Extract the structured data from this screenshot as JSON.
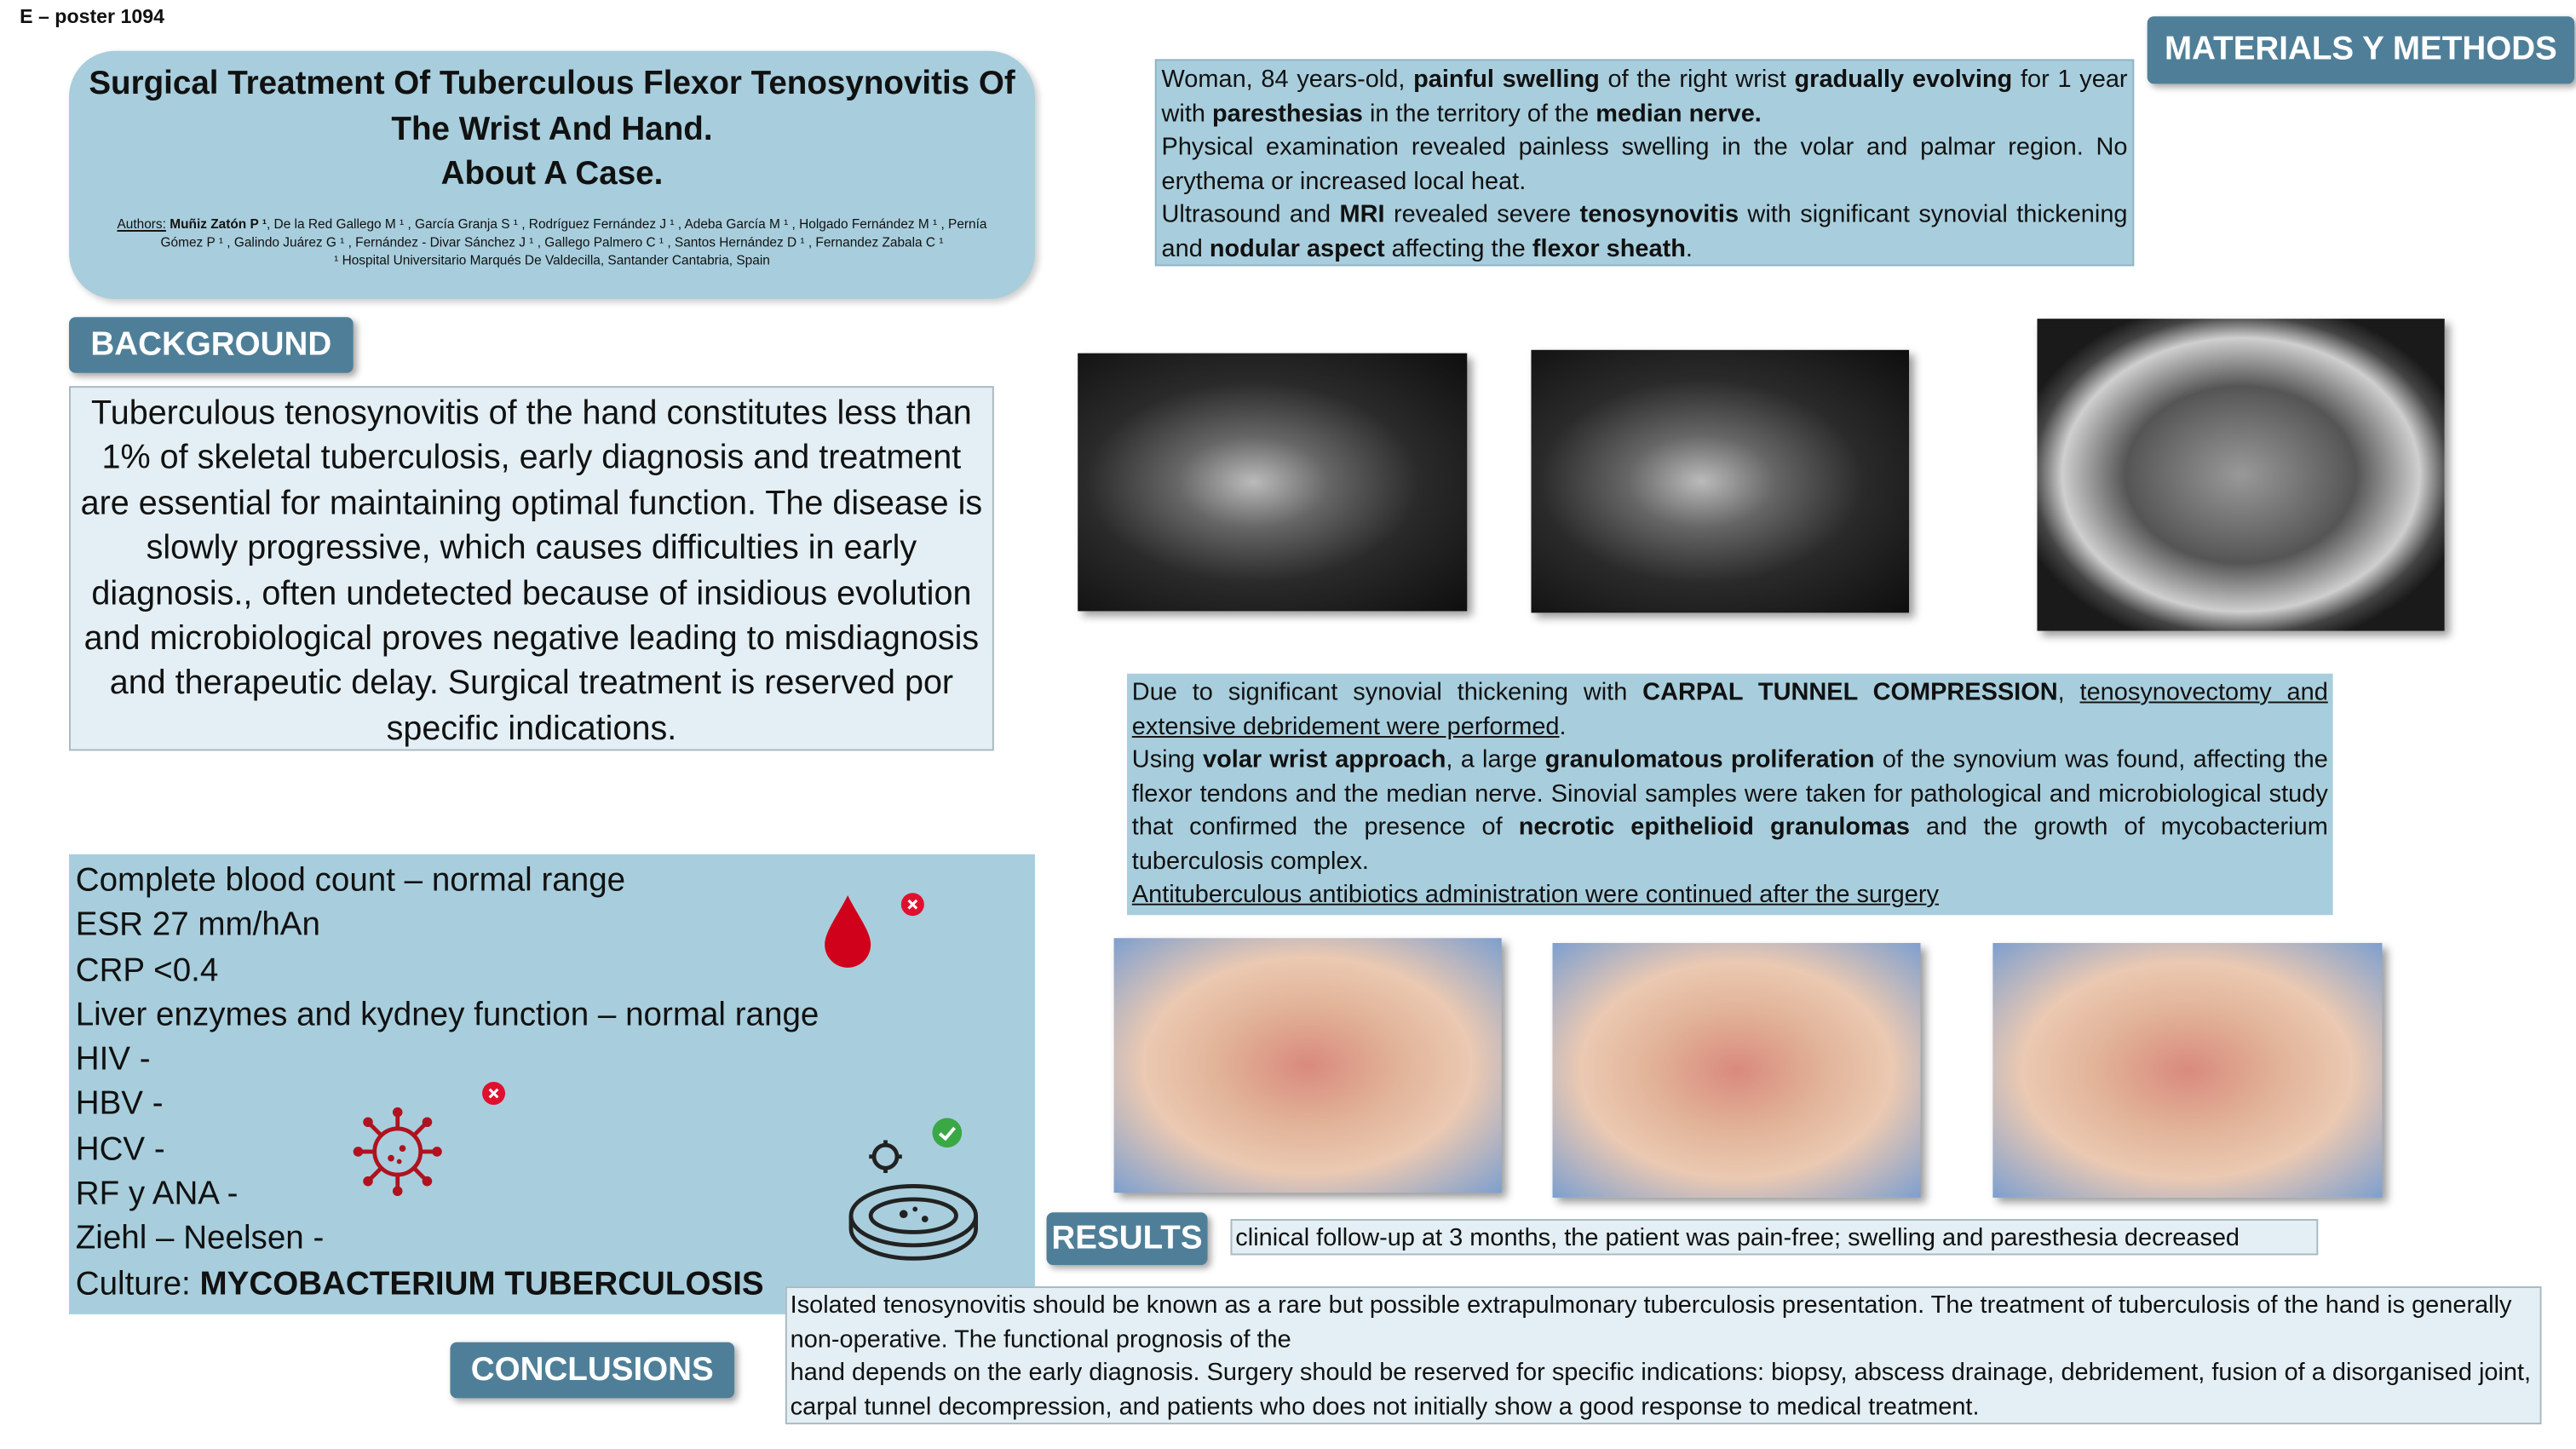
{
  "poster_id": "E – poster 1094",
  "title": {
    "line1": "Surgical Treatment Of Tuberculous Flexor Tenosynovitis Of",
    "line2": "The Wrist And Hand.",
    "line3": "About A Case."
  },
  "authors": {
    "label": "Authors:",
    "first": "Muñiz Zatón P ¹",
    "rest_line1": ", De la Red Gallego M ¹ , García Granja S ¹ , Rodríguez Fernández J ¹ , Adeba García M ¹ , Holgado Fernández M ¹ , Pernía",
    "line2": "Gómez P ¹ , Galindo Juárez G ¹ , Fernández - Divar Sánchez J ¹ , Gallego Palmero C ¹ , Santos Hernández D ¹ , Fernandez Zabala C ¹",
    "affiliation": "¹ Hospital Universitario Marqués De Valdecilla, Santander Cantabria, Spain"
  },
  "sections": {
    "background": "BACKGROUND",
    "methods": "MATERIALS Y METHODS",
    "results": "RESULTS",
    "conclusions": "CONCLUSIONS"
  },
  "background_text": "Tuberculous tenosynovitis of the hand constitutes less than 1% of skeletal tuberculosis, early diagnosis and treatment are essential for maintaining optimal function. The disease is slowly progressive, which causes difficulties in early diagnosis., often undetected because of insidious evolution and microbiological proves negative leading to misdiagnosis and therapeutic delay. Surgical treatment is reserved por specific indications.",
  "labs": [
    "Complete blood count – normal range",
    "ESR 27 mm/hAn",
    "CRP <0.4",
    "Liver enzymes and kydney function – normal range",
    "HIV -",
    "HBV -",
    "HCV -",
    "RF y ANA -",
    "Ziehl – Neelsen -"
  ],
  "culture": {
    "label": "Culture: ",
    "value": "MYCOBACTERIUM TUBERCULOSIS"
  },
  "case": {
    "t1": "Woman, 84 years-old, ",
    "b1": "painful swelling",
    "t2": " of the right wrist ",
    "b2": "gradually evolving",
    "t3": " for 1 year with ",
    "b3": "paresthesias",
    "t4": " in the territory of the ",
    "b4": "median nerve.",
    "p2": "Physical examination revealed painless swelling in the volar and palmar region. No erythema or increased local heat.",
    "p3a": "Ultrasound and ",
    "p3b": "MRI",
    "p3c": " revealed severe ",
    "p3d": "tenosynovitis",
    "p3e": " with significant synovial thickening and ",
    "p3f": "nodular aspect",
    "p3g": " affecting the ",
    "p3h": "flexor sheath",
    "p3i": "."
  },
  "surgery": {
    "a1": "Due to significant synovial thickening with ",
    "a2": "CARPAL TUNNEL COMPRESSION",
    "a3": ", ",
    "a4": "tenosynovectomy and extensive debridement were performed",
    "a5": ".",
    "b1": "Using ",
    "b2": "volar wrist approach",
    "b3": ", a large ",
    "b4": "granulomatous proliferation",
    "b5": " of the synovium was found, affecting the flexor tendons and the median nerve. Sinovial samples were taken for pathological and microbiological study that confirmed the presence of ",
    "b6": "necrotic epithelioid granulomas",
    "b7": " and the growth of mycobacterium tuberculosis complex.",
    "c": "Antituberculous antibiotics administration were continued after the surgery"
  },
  "results_text": "clinical follow-up at 3 months, the patient was pain-free; swelling and paresthesia decreased",
  "conclusions_text": {
    "l1": "Isolated tenosynovitis should be known as a rare but possible extrapulmonary tuberculosis presentation. The treatment of tuberculosis of the hand is generally non-operative. The functional prognosis of the",
    "l2": "hand depends on the early diagnosis. Surgery should be reserved for specific indications: biopsy, abscess drainage, debridement, fusion of a disorganised joint, carpal tunnel decompression, and patients who does not initially show a good response to medical treatment."
  },
  "colors": {
    "label": "#4f7f98",
    "box": "#a8cedd",
    "light": "#e3eff4",
    "red": "#c8102e",
    "green": "#3aa845"
  }
}
